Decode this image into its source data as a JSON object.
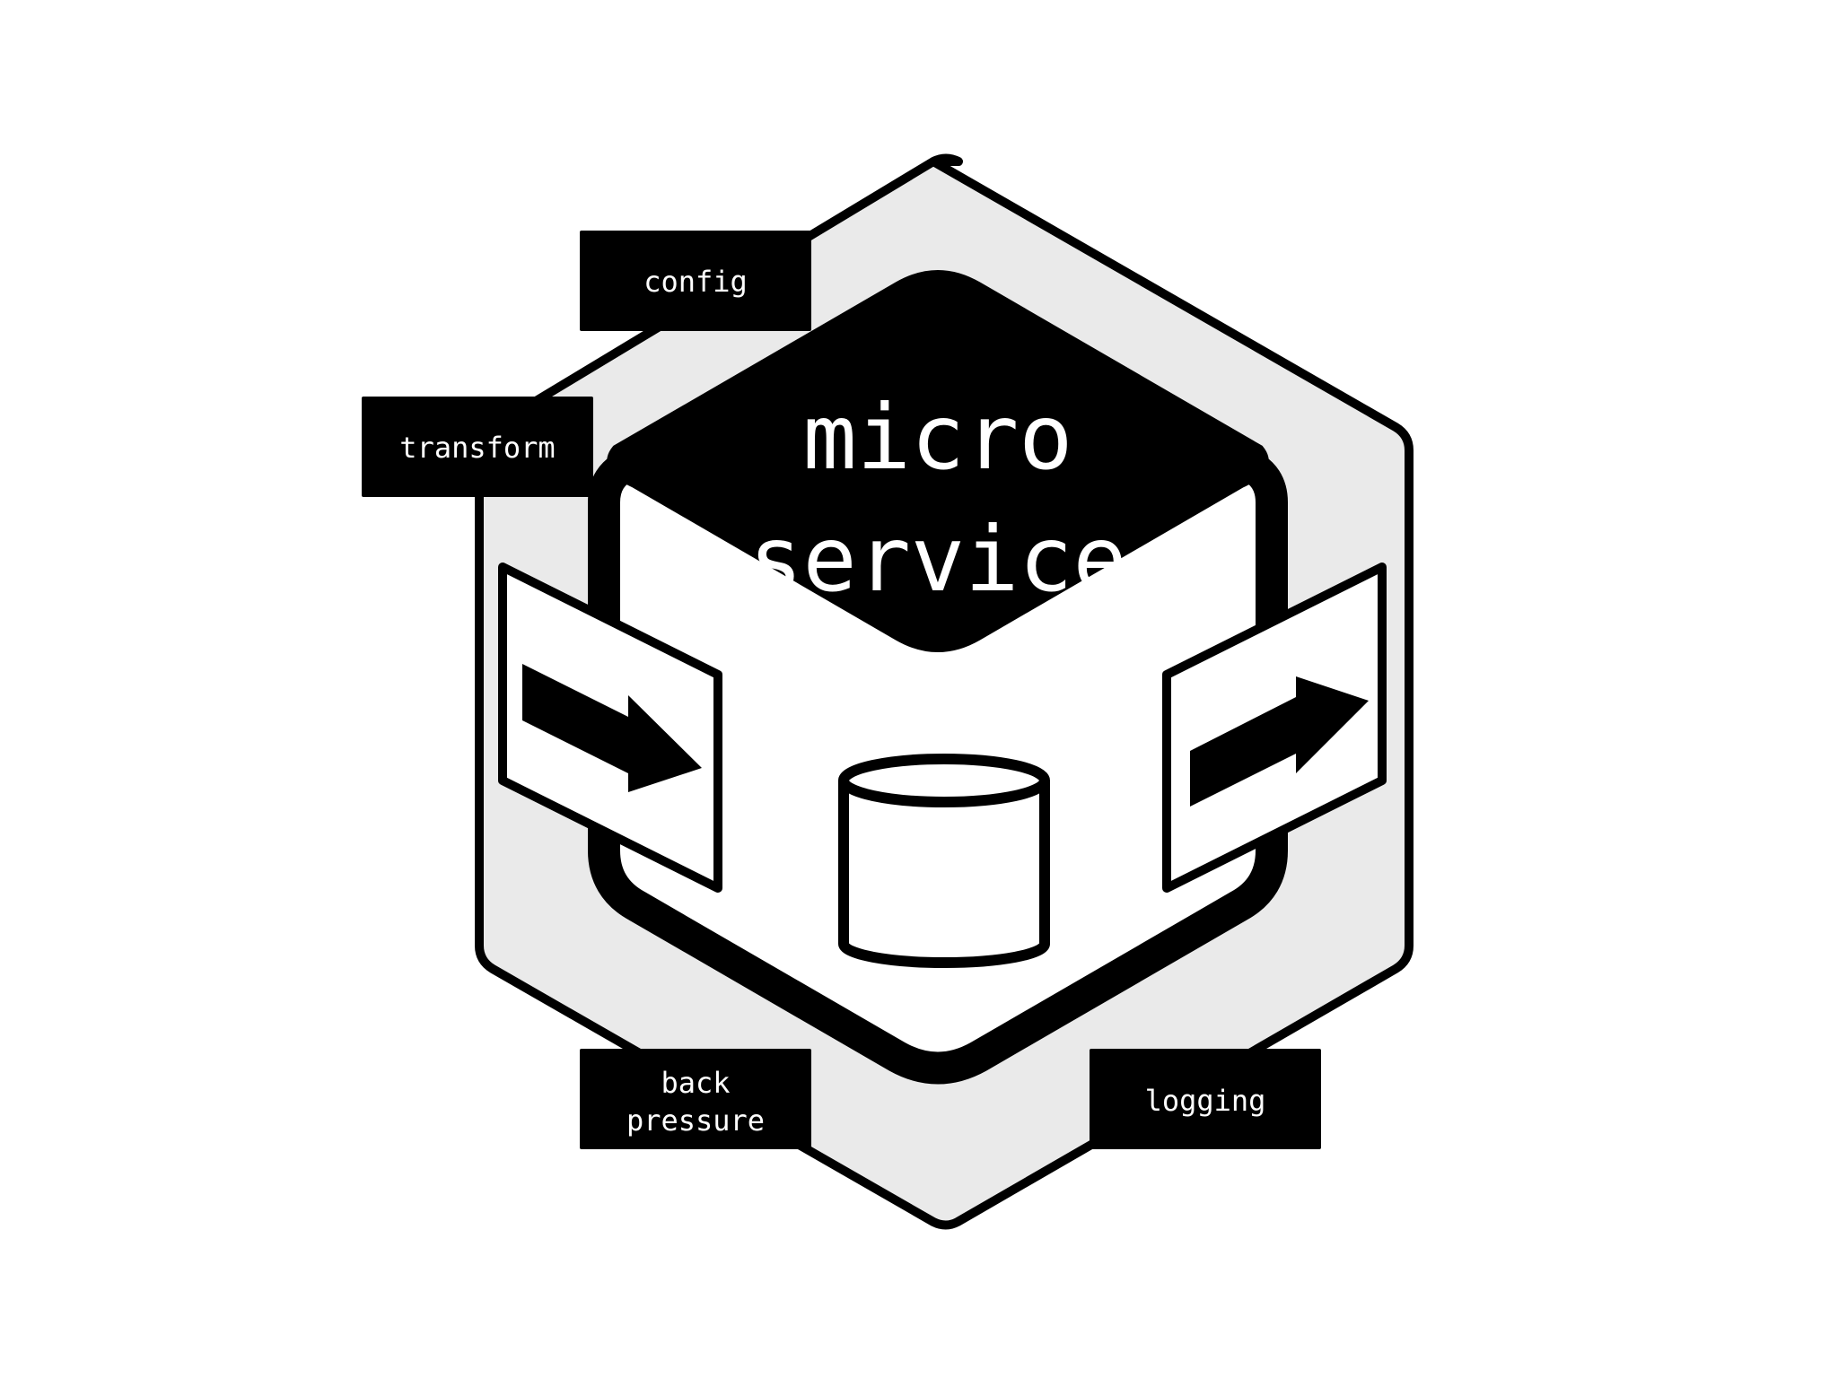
{
  "title": {
    "line1": "micro",
    "line2": "service"
  },
  "tags": {
    "config": "config",
    "transform": "transform",
    "back_pressure_line1": "back",
    "back_pressure_line2": "pressure",
    "logging": "logging"
  },
  "icons": {
    "input": "arrow-right-icon",
    "output": "arrow-up-right-icon",
    "storage": "database-cylinder-icon"
  },
  "colors": {
    "outer_hexagon_fill": "#eaeaea",
    "stroke": "#000000",
    "tag_fill": "#000000",
    "tag_text": "#ffffff",
    "body_fill": "#ffffff"
  }
}
